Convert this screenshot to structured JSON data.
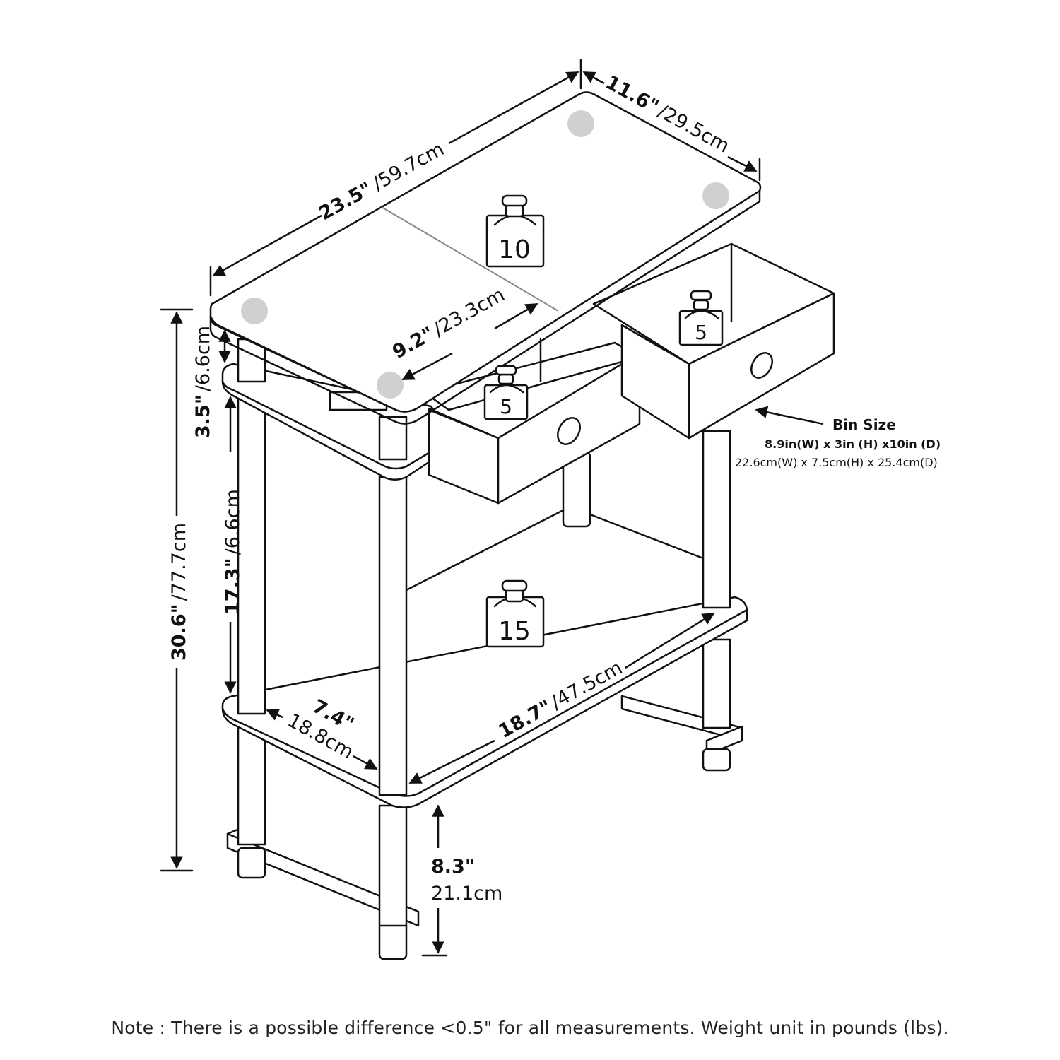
{
  "dimensions": {
    "top_width_in": "23.5\"",
    "top_width_cm": "/59.7cm",
    "top_depth_in": "11.6\"",
    "top_depth_cm": "/29.5cm",
    "inner_depth_in": "9.2\"",
    "inner_depth_cm": "/23.3cm",
    "total_height_in": "30.6\"",
    "total_height_cm": "/77.7cm",
    "drawer_gap_in": "3.5\"",
    "drawer_gap_cm": "/6.6cm",
    "middle_gap_in": "17.3\"",
    "middle_gap_cm": "/6.6cm",
    "shelf_depth_in": "7.4\"",
    "shelf_depth_cm": "18.8cm",
    "shelf_width_in": "18.7\"",
    "shelf_width_cm": "/47.5cm",
    "bottom_height_in": "8.3\"",
    "bottom_height_cm": "21.1cm"
  },
  "weights": {
    "top": "10",
    "bin_left": "5",
    "bin_right": "5",
    "shelf": "15"
  },
  "bin": {
    "title": "Bin Size",
    "size_in": "8.9in(W) x 3in (H) x10in (D)",
    "size_cm": "22.6cm(W) x 7.5cm(H) x 25.4cm(D)"
  },
  "note": "Note : There is a possible difference <0.5\" for all measurements. Weight unit in pounds (lbs)."
}
